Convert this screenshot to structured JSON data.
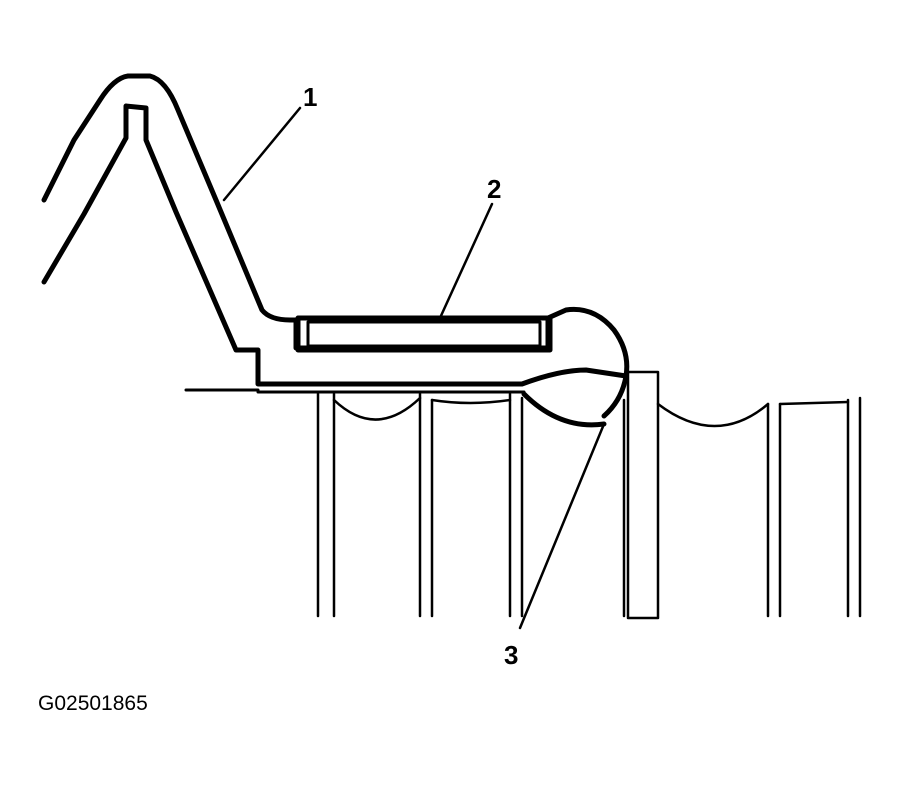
{
  "callouts": {
    "c1": "1",
    "c2": "2",
    "c3": "3"
  },
  "figure_id": "G02501865",
  "colors": {
    "ink": "#000000",
    "paper": "#ffffff"
  }
}
